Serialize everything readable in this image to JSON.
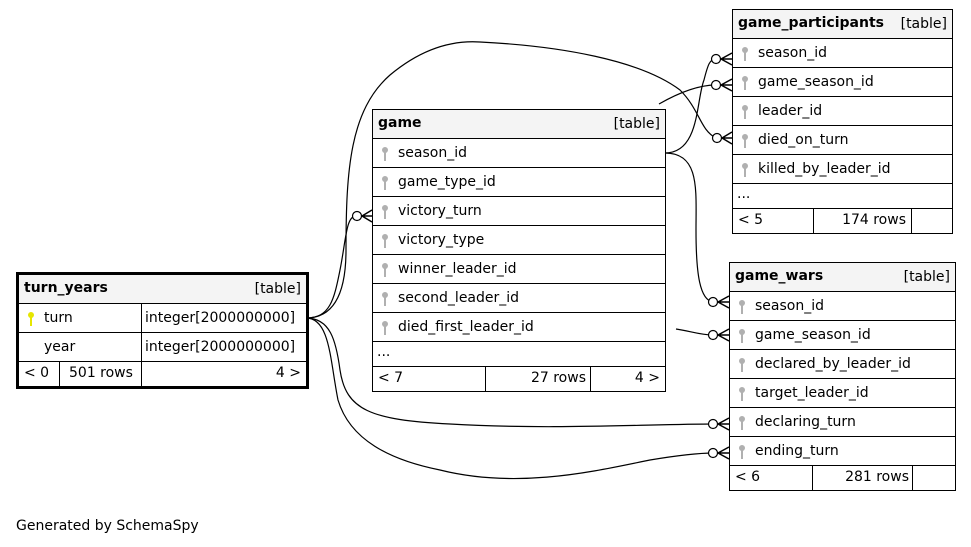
{
  "footer": {
    "generated_by": "Generated by SchemaSpy"
  },
  "tables": {
    "game_participants": {
      "name": "game_participants",
      "kind": "[table]",
      "columns": [
        "season_id",
        "game_season_id",
        "leader_id",
        "died_on_turn",
        "killed_by_leader_id"
      ],
      "more": "...",
      "foot": {
        "parents": "< 5",
        "rows": "174 rows",
        "children": ""
      }
    },
    "game": {
      "name": "game",
      "kind": "[table]",
      "columns": [
        "season_id",
        "game_type_id",
        "victory_turn",
        "victory_type",
        "winner_leader_id",
        "second_leader_id",
        "died_first_leader_id"
      ],
      "more": "...",
      "foot": {
        "parents": "< 7",
        "rows": "27 rows",
        "children": "4 >"
      }
    },
    "turn_years": {
      "name": "turn_years",
      "kind": "[table]",
      "columns": [
        {
          "name": "turn",
          "type": "integer[2000000000]"
        },
        {
          "name": "year",
          "type": "integer[2000000000]"
        }
      ],
      "foot": {
        "parents": "< 0",
        "rows": "501 rows",
        "children": "4 >"
      }
    },
    "game_wars": {
      "name": "game_wars",
      "kind": "[table]",
      "columns": [
        "season_id",
        "game_season_id",
        "declared_by_leader_id",
        "target_leader_id",
        "declaring_turn",
        "ending_turn"
      ],
      "foot": {
        "parents": "< 6",
        "rows": "281 rows",
        "children": ""
      }
    }
  },
  "colors": {
    "primary_key": "#e6e600",
    "foreign_key": "#b0b0b0",
    "header_bg": "#f4f4f4",
    "line": "#000000"
  }
}
